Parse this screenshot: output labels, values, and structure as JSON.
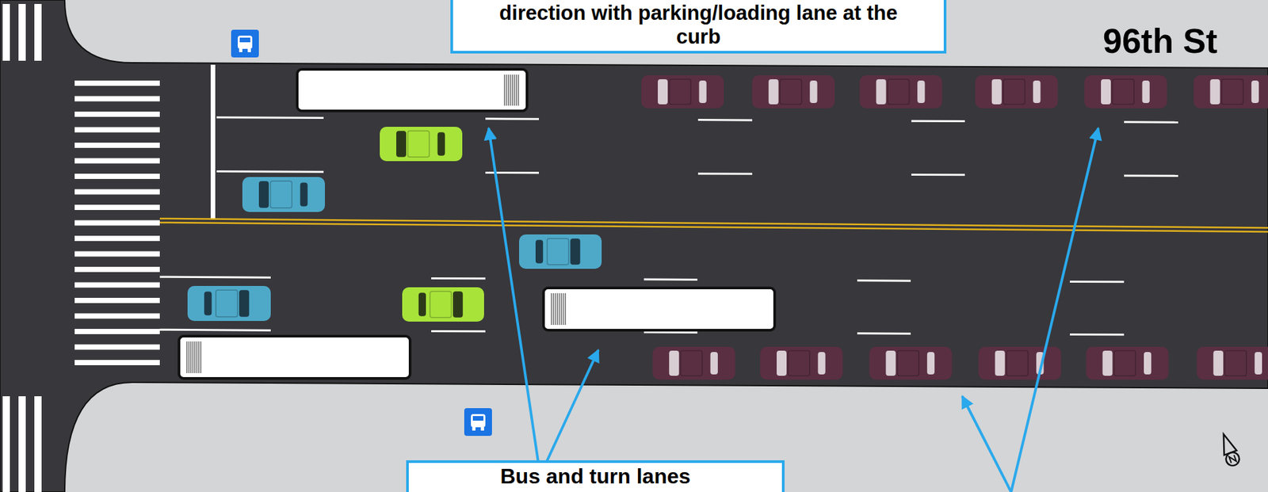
{
  "diagram": {
    "nodes": [
      {
        "text": [
          "direction with parking/loading lane at the curb"
        ]
      },
      {
        "text": [
          "Bus and turn lanes"
        ]
      }
    ],
    "labels": [
      "96th St"
    ]
  }
}
